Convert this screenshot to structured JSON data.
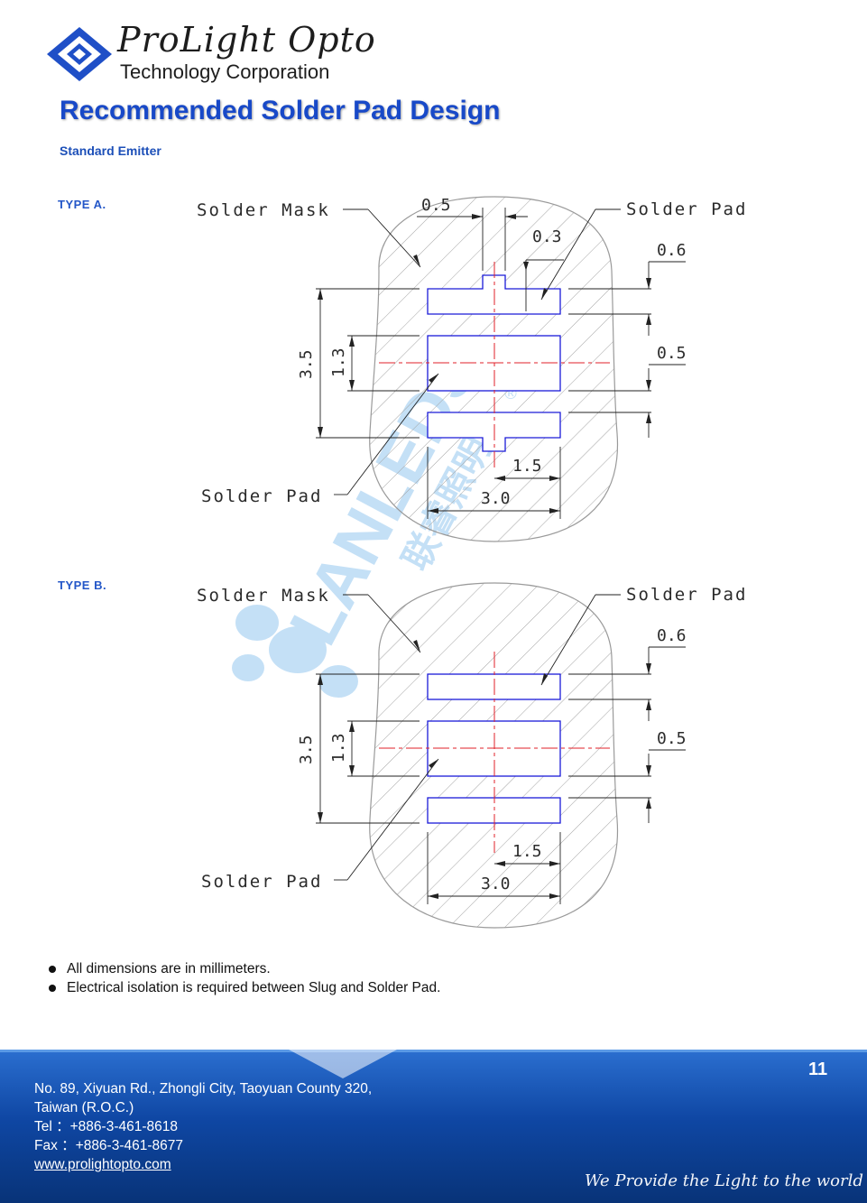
{
  "brand": {
    "script_name": "ProLight Opto",
    "company_line": "Technology Corporation"
  },
  "page_title": "Recommended Solder Pad Design",
  "subtitle": "Standard Emitter",
  "types": [
    {
      "label": "TYPE  A.",
      "callouts": {
        "solder_mask": "Solder Mask",
        "solder_pad_top": "Solder Pad",
        "solder_pad_bottom": "Solder Pad"
      },
      "dimensions": {
        "gap_top": "0.5",
        "notch": "0.3",
        "pad_height": "0.6",
        "center_gap": "0.5",
        "overall_height": "3.5",
        "center_height": "1.3",
        "half_width": "1.5",
        "width": "3.0"
      }
    },
    {
      "label": "TYPE  B.",
      "callouts": {
        "solder_mask": "Solder Mask",
        "solder_pad_top": "Solder Pad",
        "solder_pad_bottom": "Solder Pad"
      },
      "dimensions": {
        "pad_height": "0.6",
        "center_gap": "0.5",
        "overall_height": "3.5",
        "center_height": "1.3",
        "half_width": "1.5",
        "width": "3.0"
      }
    }
  ],
  "notes": [
    "All dimensions are in millimeters.",
    "Electrical isolation is required between Slug and Solder Pad."
  ],
  "footer": {
    "page_number": "11",
    "address_line1": "No. 89, Xiyuan Rd., Zhongli City, Taoyuan County 320,",
    "address_line2": "Taiwan (R.O.C.)",
    "tel": "Tel  ：+886-3-461-8618",
    "fax": "Fax  ：+886-3-461-8677",
    "website": "www.prolightopto.com",
    "slogan": "We Provide the Light to the world"
  },
  "watermark": {
    "text": "LANLEDS",
    "cn_text": "联睿照明",
    "mark": "®"
  },
  "colors": {
    "title_blue": "#1849c8",
    "pad_blue": "#1a1ad8",
    "center_red": "#e0202a",
    "footer_blue": "#0f47a4",
    "hatch": "#9a9a9a"
  }
}
